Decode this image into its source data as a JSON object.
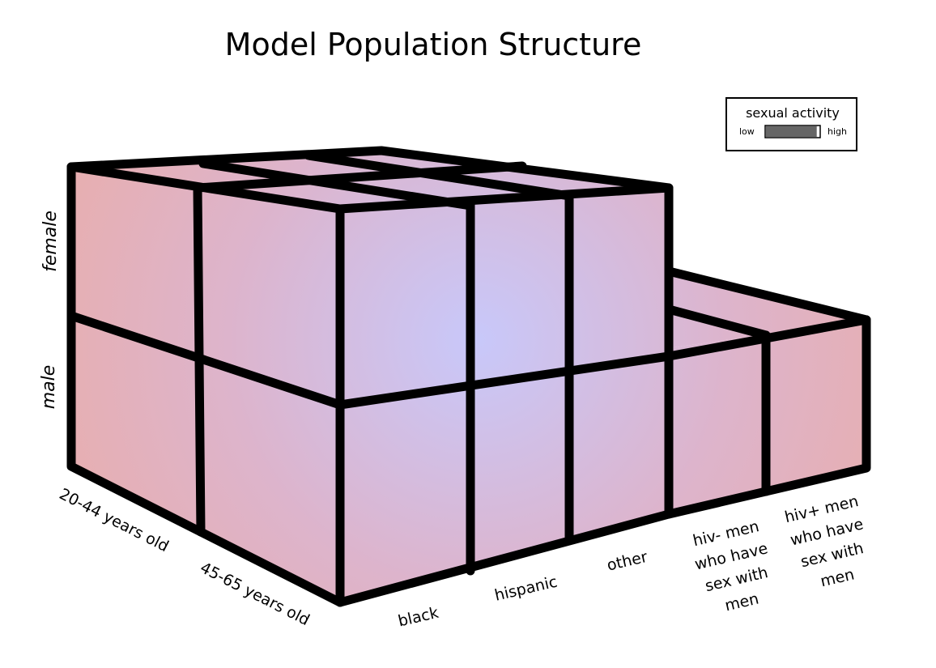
{
  "title": "Model Population Structure",
  "legend": {
    "title": "sexual activity",
    "low_label": "low",
    "high_label": "high",
    "fill_level": 0.95
  },
  "sex_labels": {
    "female": "female",
    "male": "male"
  },
  "age_labels": [
    "20-44 years old",
    "45-65 years old"
  ],
  "group_labels": {
    "black": [
      "black"
    ],
    "hispanic": [
      "hispanic"
    ],
    "other": [
      "other"
    ],
    "hiv_neg_msm": [
      "hiv- men",
      "who have",
      "sex with",
      "men"
    ],
    "hiv_pos_msm": [
      "hiv+ men",
      "who have",
      "sex with",
      "men"
    ]
  },
  "colors": {
    "edge": "#000000",
    "face_outer": "#e8aeae",
    "face_center": "#c8c8fa",
    "legend_bar": "#666666"
  }
}
